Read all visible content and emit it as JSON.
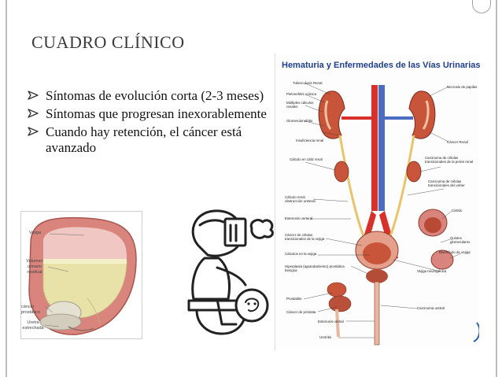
{
  "slide": {
    "title": "CUADRO CLÍNICO",
    "bullets": [
      "Síntomas de evolución corta (2-3 meses)",
      "Síntomas que progresan inexorablemente",
      "Cuando hay retención, el cáncer está avanzado"
    ]
  },
  "infographic": {
    "title": "Hematuria y Enfermedades de las Vías Urinarias",
    "labels": [
      "Tuberculosis Renal",
      "Pielonefritis crónica",
      "Múltiples cálculos renales",
      "Glomerulonefritis",
      "Insuficiencia renal",
      "Cálculo en cáliz renal",
      "Necrosis de papilas",
      "Cáncer Renal",
      "Carcinoma de células transicionales de la pelvis renal",
      "Carcinoma de células transicionales del uréter",
      "Cálculo renal obstrucción ureteral",
      "Estenosis ureteral",
      "Cistitis",
      "Cáncer de células transicionales de la vejiga",
      "Cálculos en la vejiga",
      "Quistes glomerulares",
      "Divertículo de vejiga",
      "Hiperplasia (agrandamiento) prostática benigna",
      "Vejiga neurogénica",
      "Prostatitis",
      "Carcinoma uretral",
      "Cáncer de próstata",
      "Estenosis uretral",
      "Uretritis"
    ]
  },
  "bladder_figure": {
    "labels": {
      "bladder": "Vejiga",
      "volume": "Volumen urinario residual",
      "cancer": "cáncer prostático",
      "urethra": "Uretra estrechada"
    }
  },
  "colors": {
    "title": "#3b3b3b",
    "info_title": "#1f3f8c",
    "kidney": "#c8553a",
    "urine": "#e9e2a8",
    "bladder_wall": "#d9857e"
  }
}
